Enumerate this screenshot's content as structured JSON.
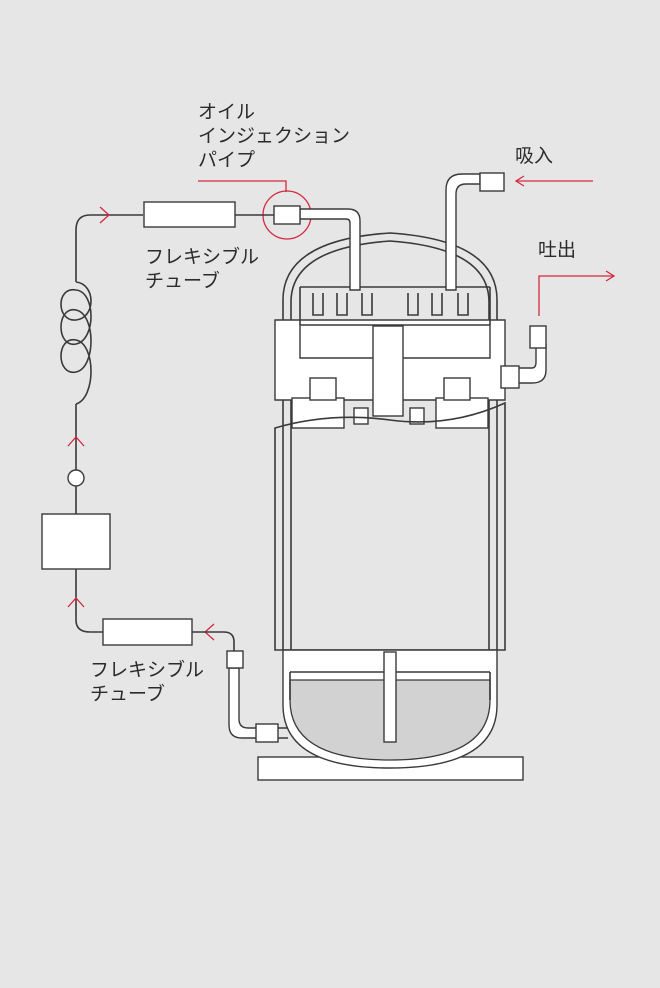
{
  "labels": {
    "oil_injection_pipe": [
      "オイル",
      "インジェクション",
      "パイプ"
    ],
    "suction": "吸入",
    "discharge": "吐出",
    "flexible_tube_upper": [
      "フレキシブル",
      "チューブ"
    ],
    "flexible_tube_lower": [
      "フレキシブル",
      "チューブ"
    ]
  },
  "colors": {
    "background": "#e6e6e6",
    "line": "#3a3a3a",
    "accent": "#d6283f",
    "oil": "#d2d2d2",
    "fill": "#ffffff"
  }
}
